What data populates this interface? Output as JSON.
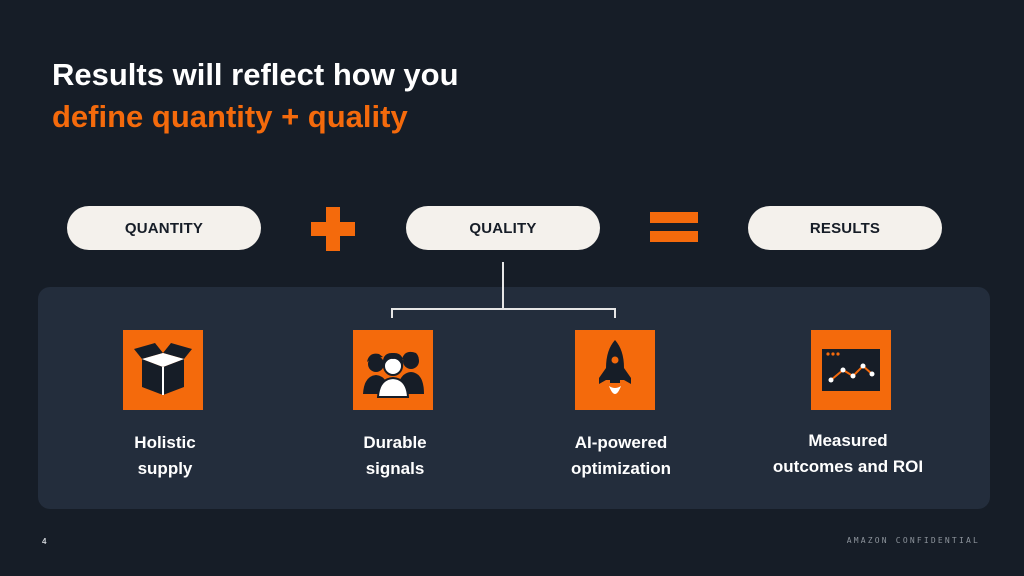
{
  "title": {
    "line1": "Results will reflect how you",
    "line2": "define quantity + quality"
  },
  "equation": {
    "quantity": "QUANTITY",
    "quality": "QUALITY",
    "results": "RESULTS"
  },
  "items": [
    {
      "icon": "box-icon",
      "line1": "Holistic",
      "line2": "supply"
    },
    {
      "icon": "people-icon",
      "line1": "Durable",
      "line2": "signals"
    },
    {
      "icon": "rocket-icon",
      "line1": "AI-powered",
      "line2": "optimization"
    },
    {
      "icon": "chart-icon",
      "line1": "Measured",
      "line2": "outcomes and ROI"
    }
  ],
  "footer": {
    "page_number": "4",
    "confidential": "AMAZON CONFIDENTIAL"
  },
  "colors": {
    "background": "#161d27",
    "panel": "#232d3c",
    "accent": "#f46a0c",
    "pill": "#f4f1ec"
  }
}
